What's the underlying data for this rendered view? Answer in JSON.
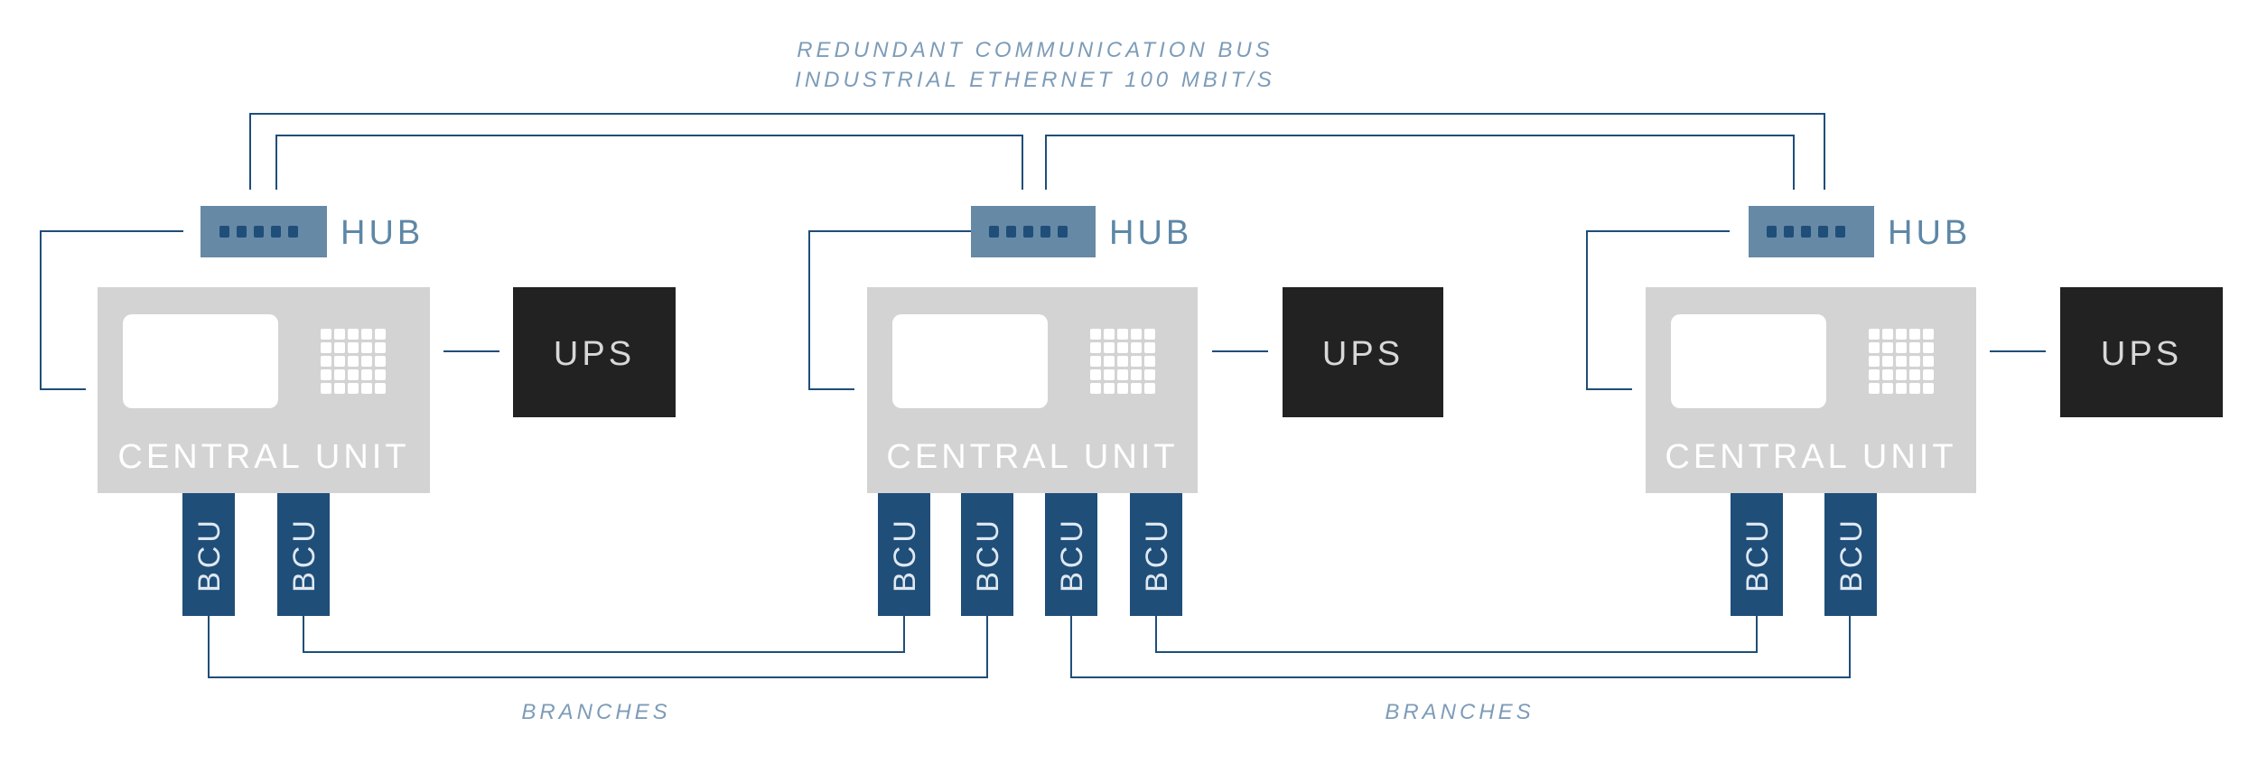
{
  "bus": {
    "line1": "REDUNDANT COMMUNICATION BUS",
    "line2": "INDUSTRIAL ETHERNET 100 MBIT/S"
  },
  "stations": [
    {
      "hub_label": "HUB",
      "central_unit_label": "CENTRAL UNIT",
      "ups_label": "UPS",
      "bcus": [
        "BCU",
        "BCU"
      ]
    },
    {
      "hub_label": "HUB",
      "central_unit_label": "CENTRAL UNIT",
      "ups_label": "UPS",
      "bcus": [
        "BCU",
        "BCU",
        "BCU",
        "BCU"
      ]
    },
    {
      "hub_label": "HUB",
      "central_unit_label": "CENTRAL UNIT",
      "ups_label": "UPS",
      "bcus": [
        "BCU",
        "BCU"
      ]
    }
  ],
  "branches": [
    {
      "label": "BRANCHES"
    },
    {
      "label": "BRANCHES"
    }
  ],
  "colors": {
    "wire": "#1f4e79",
    "hub": "#6689a6",
    "hub_port": "#1f4e79",
    "central_unit": "#d3d3d3",
    "ups": "#222222",
    "bcu": "#1f4e79",
    "caption": "#7d9cb8"
  }
}
